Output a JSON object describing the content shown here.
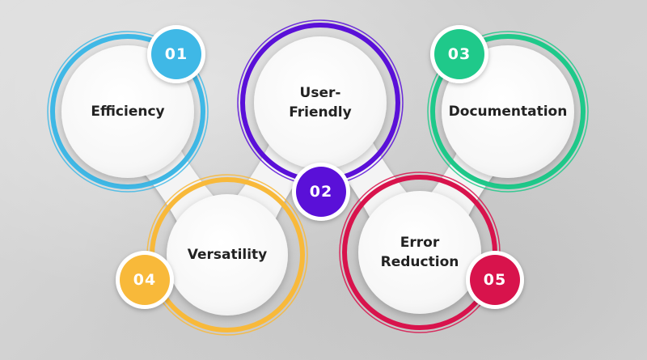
{
  "nodes": [
    {
      "id": "efficiency",
      "number": "01",
      "label": "Efficiency",
      "color": "#3fb8e6"
    },
    {
      "id": "user-friendly",
      "number": "02",
      "label": "User-\nFriendly",
      "color": "#5a10d8"
    },
    {
      "id": "documentation",
      "number": "03",
      "label": "Documentation",
      "color": "#1fc98a"
    },
    {
      "id": "versatility",
      "number": "04",
      "label": "Versatility",
      "color": "#f8b93a"
    },
    {
      "id": "error-reduction",
      "number": "05",
      "label": "Error\nReduction",
      "color": "#d8134c"
    }
  ]
}
